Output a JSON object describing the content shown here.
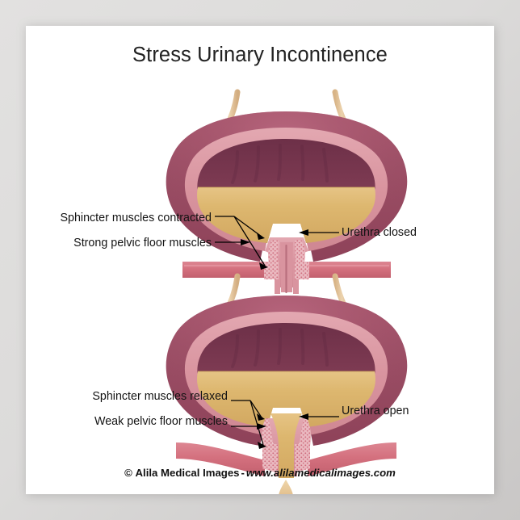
{
  "poster": {
    "title": "Stress Urinary Incontinence",
    "background_color": "#ffffff",
    "mat_color": "#dcdbda"
  },
  "credit": {
    "copyright_symbol": "©",
    "owner": "Alila Medical Images",
    "separator": "-",
    "url": "www.alilamedicalimages.com"
  },
  "panels": [
    {
      "id": "continent",
      "state": "continent",
      "labels": {
        "sphincter": "Sphincter muscles contracted",
        "pelvic_floor": "Strong pelvic floor muscles",
        "urethra": "Urethra closed"
      }
    },
    {
      "id": "incontinent",
      "state": "incontinent",
      "labels": {
        "sphincter": "Sphincter muscles relaxed",
        "pelvic_floor": "Weak pelvic floor muscles",
        "urethra": "Urethra open"
      }
    }
  ],
  "anatomy_colors": {
    "bladder_wall_outer": "#9e5269",
    "bladder_wall_outer_dark": "#7f3d54",
    "bladder_lining": "#d9949f",
    "bladder_cavity": "#7d3a52",
    "urine": "#dfb871",
    "urine_light": "#e8c98c",
    "ureter": "#e0c19a",
    "pelvic_floor_muscle": "#d4707e",
    "sphincter_stipple": "#e8aeb6",
    "leak_drop": "#e3c08e"
  }
}
